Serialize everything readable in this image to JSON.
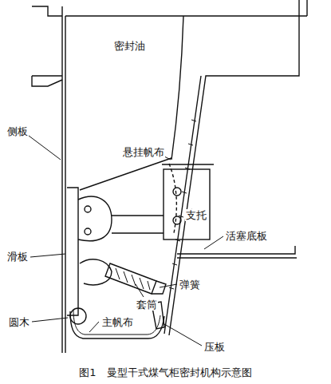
{
  "diagram": {
    "caption": "图1　曼型干式煤气柜密封机构示意图",
    "labels": [
      "密封油",
      "悬挂帆布",
      "侧板",
      "支托",
      "活塞底板",
      "滑板",
      "弹簧",
      "套筒",
      "圆木",
      "主帆布",
      "压板"
    ]
  }
}
